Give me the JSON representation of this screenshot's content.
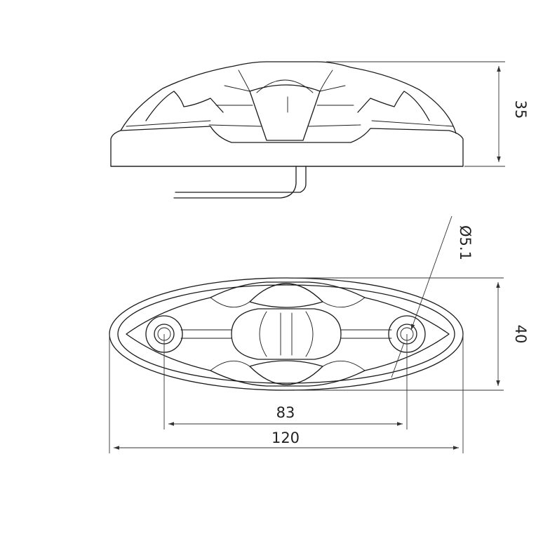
{
  "dimensions": {
    "height": "35",
    "hole_diameter": "Ø5.1",
    "width": "40",
    "hole_spacing": "83",
    "length": "120"
  },
  "colors": {
    "stroke": "#1a1a1a",
    "background": "#ffffff"
  }
}
